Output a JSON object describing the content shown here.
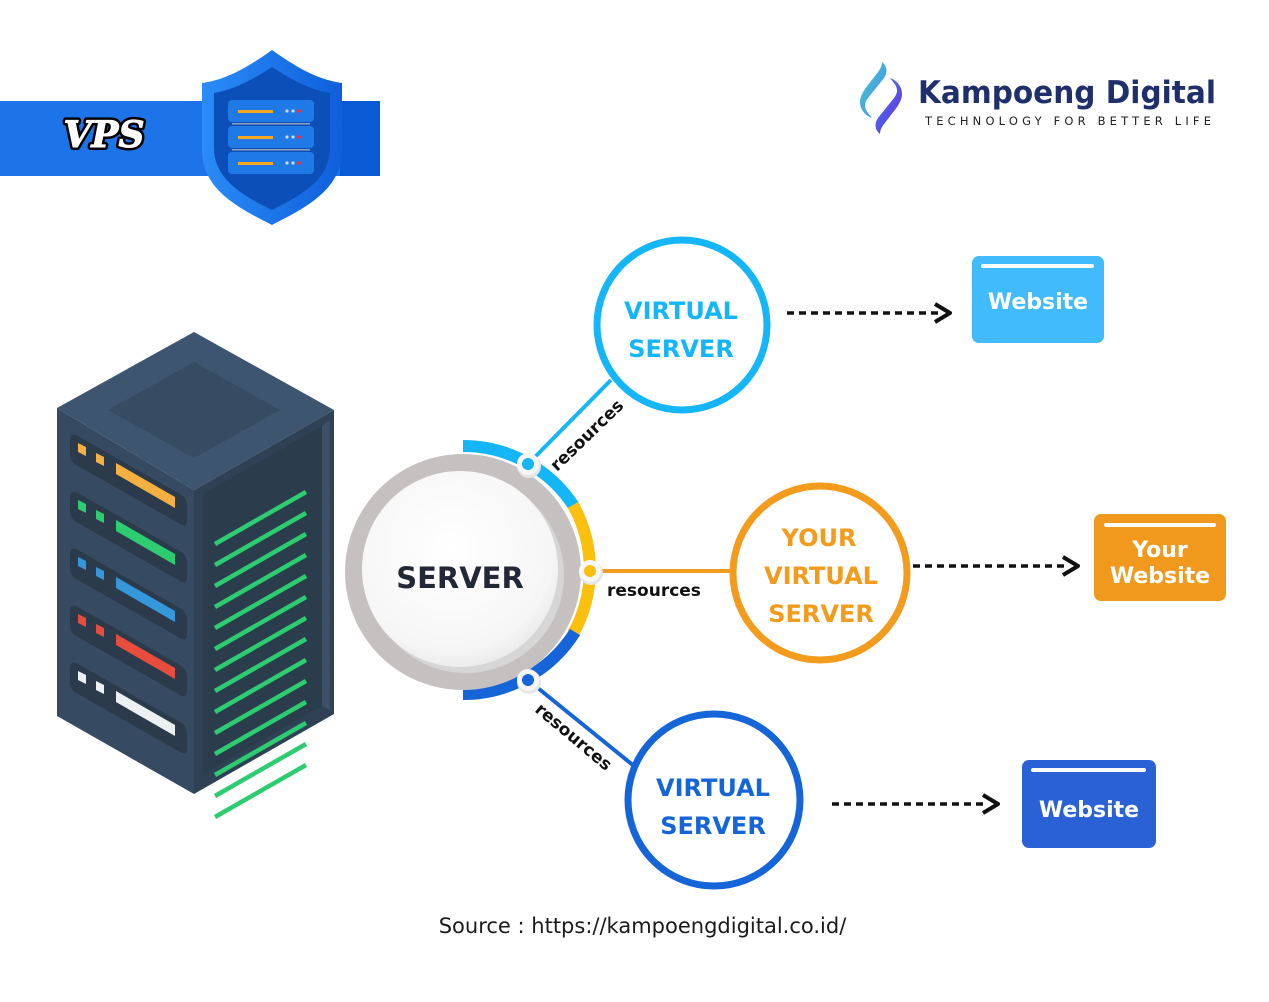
{
  "banner": {
    "label": "VPS",
    "color": "#1d73e8"
  },
  "logo": {
    "name": "Kampoeng Digital",
    "tagline": "TECHNOLOGY FOR BETTER LIFE",
    "color": "#1f2f6b"
  },
  "server": {
    "label": "SERVER",
    "rack_led_colors": [
      "#f5b041",
      "#2ecc71",
      "#3498db",
      "#e74c3c",
      "#ecf0f1"
    ]
  },
  "connections": [
    {
      "resource_label": "resources",
      "virtual_server": {
        "line1": "VIRTUAL",
        "line2": "SERVER",
        "line3": ""
      },
      "website": {
        "line1": "Website",
        "line2": ""
      },
      "color": "#15b6f7",
      "box_color": "#41bbfb"
    },
    {
      "resource_label": "resources",
      "virtual_server": {
        "line1": "YOUR",
        "line2": "VIRTUAL",
        "line3": "SERVER"
      },
      "website": {
        "line1": "Your",
        "line2": "Website"
      },
      "color": "#f29b1d",
      "box_color": "#f0991d"
    },
    {
      "resource_label": "resources",
      "virtual_server": {
        "line1": "VIRTUAL",
        "line2": "SERVER",
        "line3": ""
      },
      "website": {
        "line1": "Website",
        "line2": ""
      },
      "color": "#1565d8",
      "box_color": "#2a62d6"
    }
  ],
  "source": "Source : https://kampoengdigital.co.id/"
}
